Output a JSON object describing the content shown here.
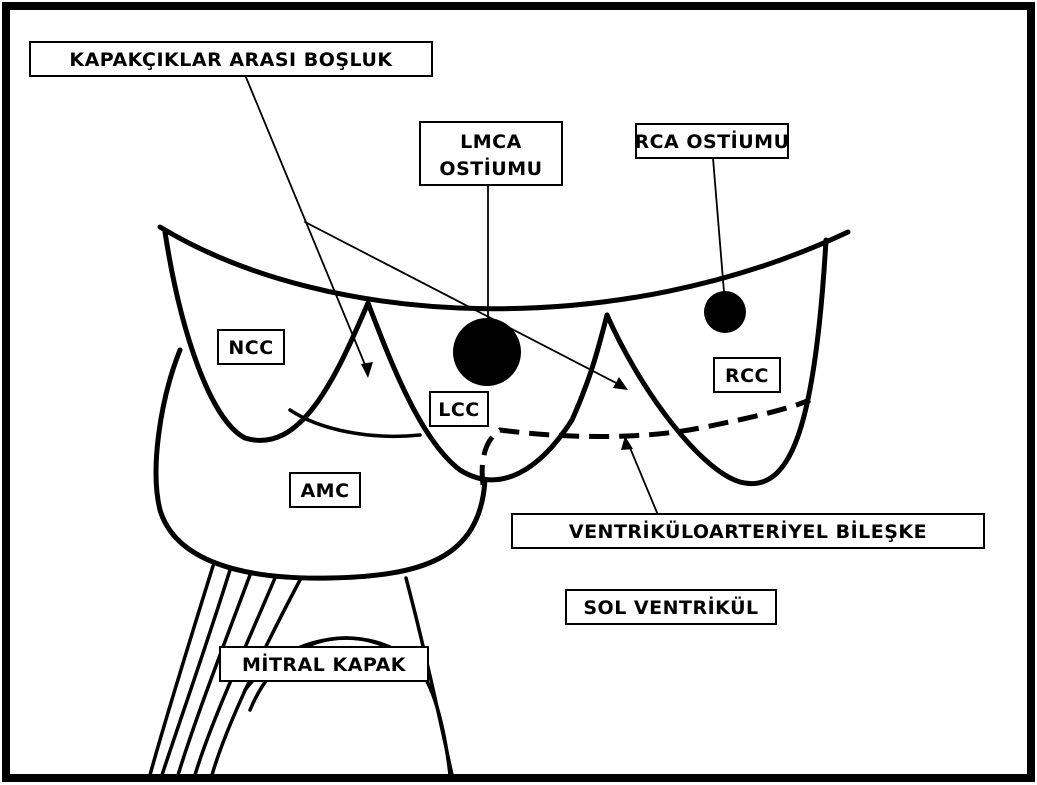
{
  "labels": {
    "interleaflet_space": "KAPAKÇIKLAR ARASI BOŞLUK",
    "lmca_line1": "LMCA",
    "lmca_line2": "OSTİUMU",
    "rca_ostium": "RCA OSTİUMU",
    "ncc": "NCC",
    "lcc": "LCC",
    "rcc": "RCC",
    "amc": "AMC",
    "va_junction": "VENTRİKÜLOARTERİYEL BİLEŞKE",
    "left_ventricle": "SOL VENTRİKÜL",
    "mitral_valve": "MİTRAL KAPAK"
  }
}
